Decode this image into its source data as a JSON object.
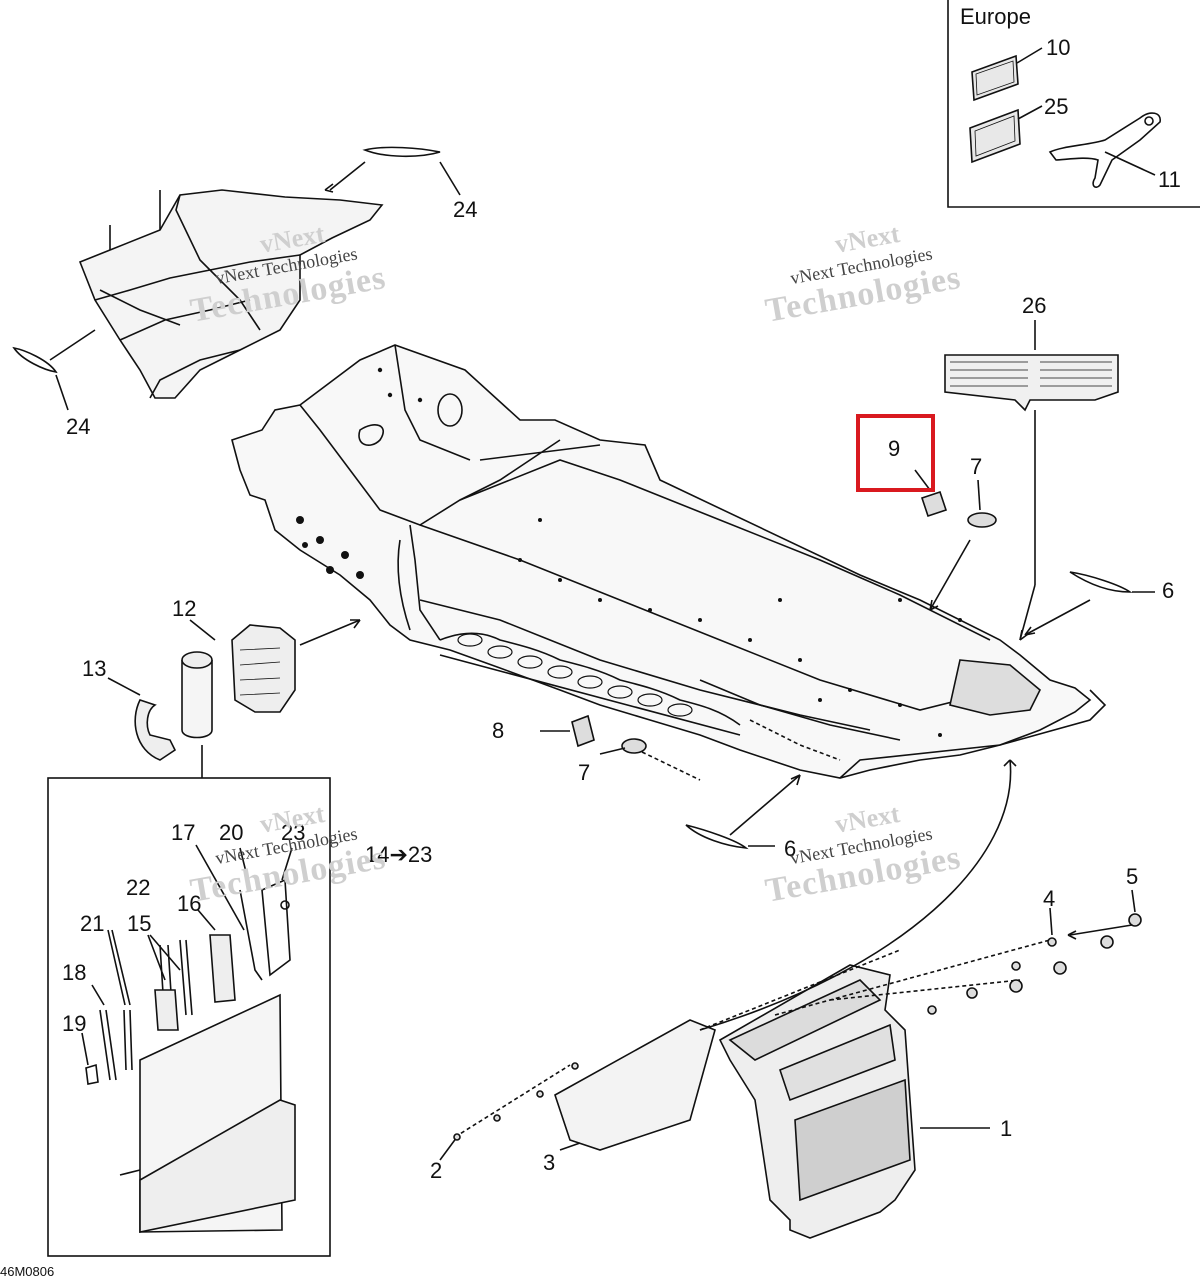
{
  "inset_region_label": "Europe",
  "callouts": {
    "c1": "1",
    "c2": "2",
    "c3": "3",
    "c4": "4",
    "c5": "5",
    "c6a": "6",
    "c6b": "6",
    "c7a": "7",
    "c7b": "7",
    "c8": "8",
    "c9": "9",
    "c10": "10",
    "c11": "11",
    "c12": "12",
    "c13": "13",
    "c15": "15",
    "c16": "16",
    "c17": "17",
    "c18": "18",
    "c19": "19",
    "c20": "20",
    "c21": "21",
    "c22": "22",
    "c23": "23",
    "c24a": "24",
    "c24b": "24",
    "c25": "25",
    "c26": "26"
  },
  "range_label": "14➔23",
  "drawing_code": "46M0806",
  "watermark": {
    "line_top": "vNext",
    "line_mid": "vNext Technologies",
    "line_big": "Technologies"
  },
  "highlight_color": "#d9191f"
}
